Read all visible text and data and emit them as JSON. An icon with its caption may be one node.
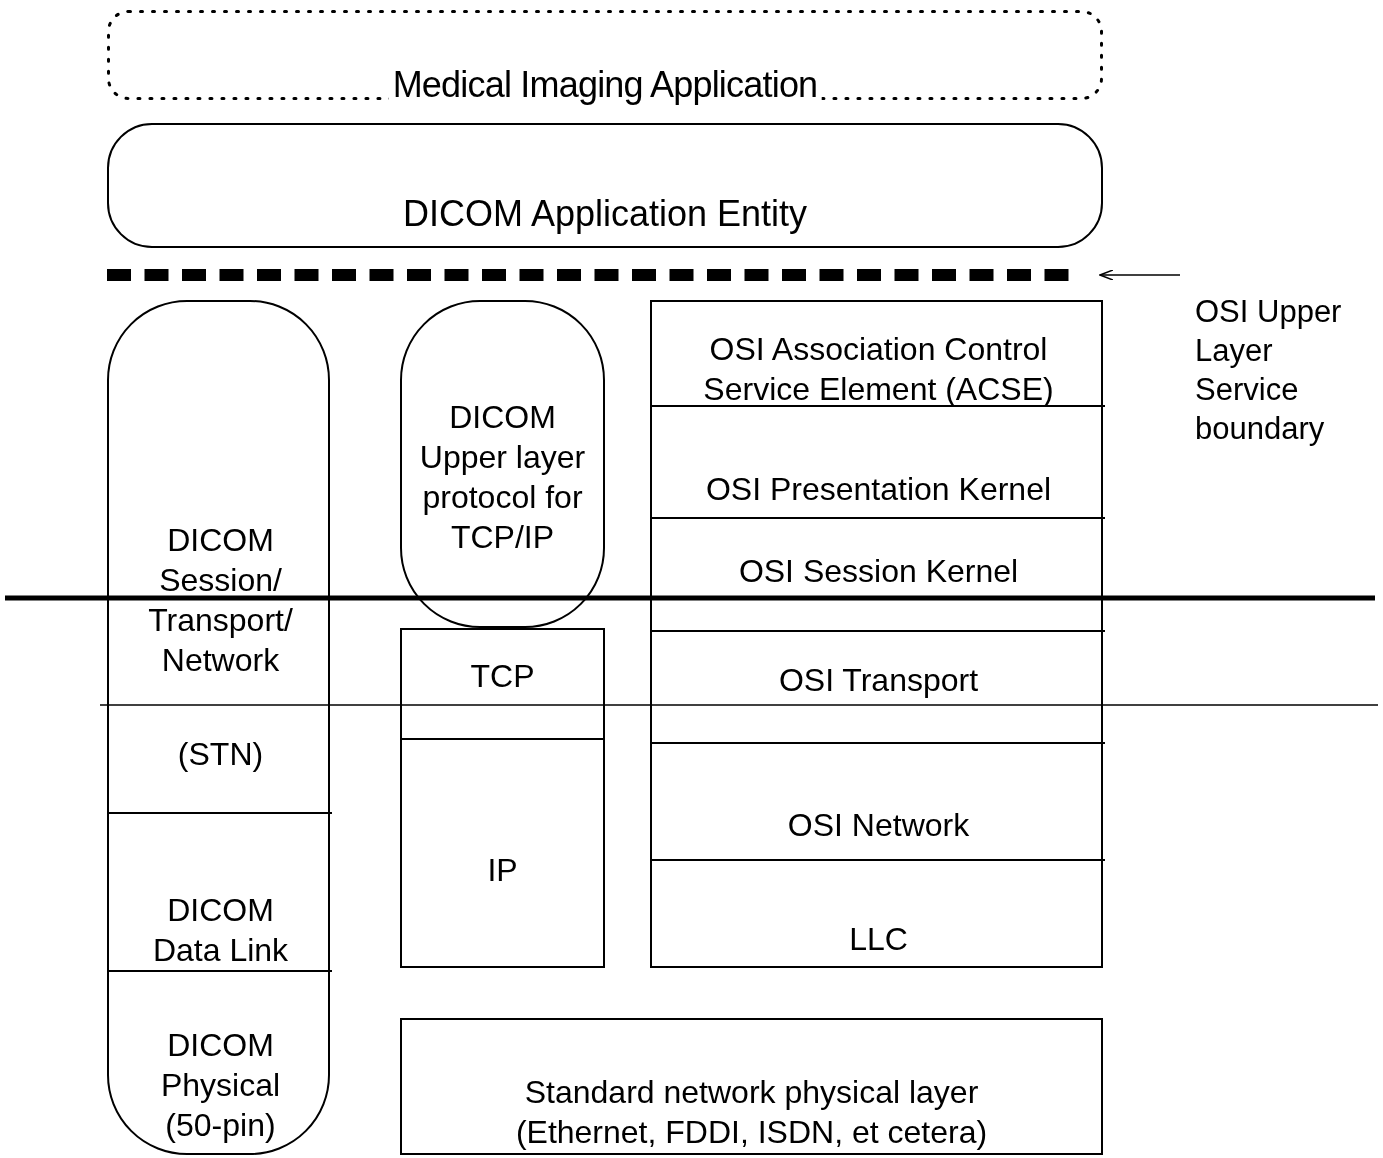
{
  "diagram": {
    "nodes": [
      {
        "text": [
          "Medical Imaging Application"
        ]
      },
      {
        "text": [
          "DICOM Application Entity"
        ]
      },
      {
        "text": [],
        "shape": "line"
      },
      {
        "text": [
          "OSI Upper Layer Service boundary"
        ]
      },
      {
        "text": [],
        "shape": "box"
      },
      {
        "text": [
          "DICOM Session/ Transport/ Network",
          "(STN)"
        ],
        "in": 4
      },
      {
        "text": [
          "DICOM Data Link"
        ],
        "in": 4
      },
      {
        "text": [
          "DICOM Physical (50-pin)"
        ],
        "in": 4
      },
      {
        "text": [
          "DICOM Upper layer protocol for TCP/IP"
        ]
      },
      {
        "text": [
          "TCP"
        ]
      },
      {
        "text": [
          "IP"
        ]
      },
      {
        "text": [],
        "shape": "box"
      },
      {
        "text": [
          "OSI Association Control Service Element (ACSE)"
        ],
        "in": 11
      },
      {
        "text": [
          "OSI Presentation Kernel"
        ],
        "in": 11
      },
      {
        "text": [
          "OSI Session Kernel"
        ],
        "in": 11
      },
      {
        "text": [
          "OSI Transport"
        ],
        "in": 11
      },
      {
        "text": [
          "OSI Network"
        ],
        "in": 11
      },
      {
        "text": [
          "LLC"
        ],
        "in": 11
      },
      {
        "text": [
          "Standard network physical layer (Ethernet, FDDI, ISDN, et cetera)"
        ]
      }
    ],
    "edges": [
      {
        "from": 3,
        "to": 2,
        "arrow": "to"
      }
    ]
  }
}
